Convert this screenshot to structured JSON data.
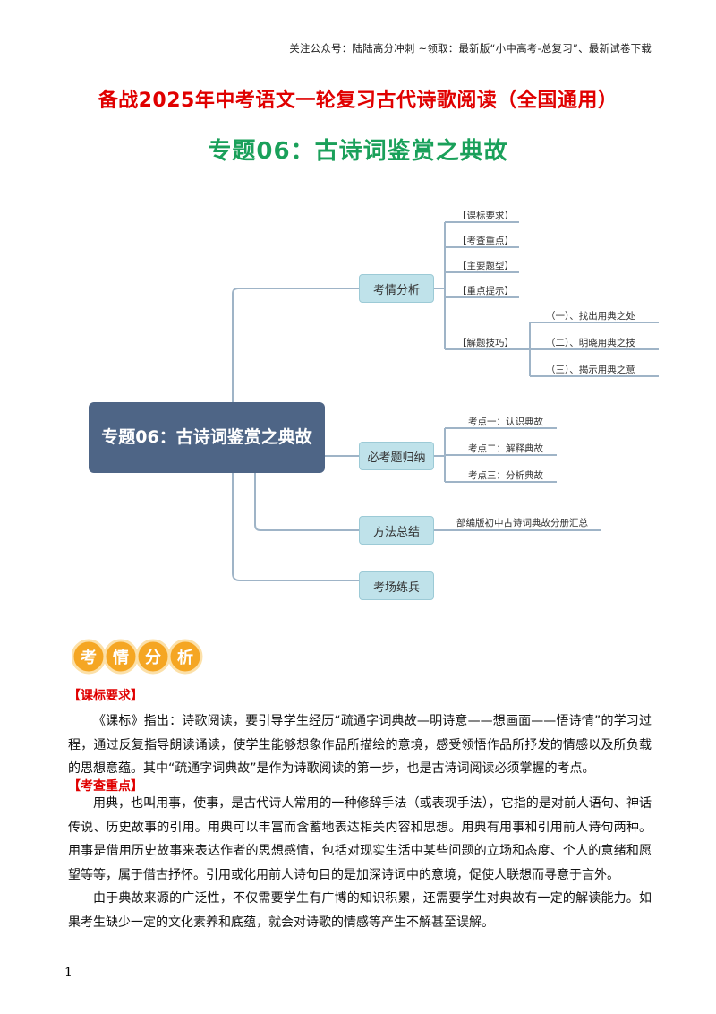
{
  "header_note": "关注公众号：陆陆高分冲刺 ~领取：最新版“小中高考-总复习”、最新试卷下载",
  "title_main": "备战2025年中考语文一轮复习古代诗歌阅读（全国通用）",
  "title_sub": "专题06：古诗词鉴赏之典故",
  "mindmap": {
    "root": "专题06：古诗词鉴赏之典故",
    "branches": [
      {
        "label": "考情分析",
        "children": [
          "【课标要求】",
          "【考查重点】",
          "【主要题型】",
          "【重点提示】",
          "【解题技巧】"
        ],
        "sub_children": [
          "（一）、找出用典之处",
          "（二）、明晓用典之技",
          "（三）、揭示用典之意"
        ]
      },
      {
        "label": "必考题归纳",
        "children": [
          "考点一：认识典故",
          "考点二：解释典故",
          "考点三：分析典故"
        ]
      },
      {
        "label": "方法总结",
        "children": [
          "部编版初中古诗词典故分册汇总"
        ]
      },
      {
        "label": "考场练兵",
        "children": []
      }
    ]
  },
  "badge_chars": [
    "考",
    "情",
    "分",
    "析"
  ],
  "sections": [
    {
      "label": "【课标要求】",
      "paragraphs": [
        "《课标》指出：诗歌阅读，要引导学生经历“疏通字词典故—明诗意——想画面——悟诗情”的学习过程，通过反复指导朗读诵读，使学生能够想象作品所描绘的意境，感受领悟作品所抒发的情感以及所负载的思想意蕴。其中“疏通字词典故”是作为诗歌阅读的第一步，也是古诗词阅读必须掌握的考点。"
      ]
    },
    {
      "label": "【考查重点】",
      "paragraphs": [
        "用典，也叫用事，使事，是古代诗人常用的一种修辞手法（或表现手法），它指的是对前人语句、神话传说、历史故事的引用。用典可以丰富而含蓄地表达相关内容和思想。用典有用事和引用前人诗句两种。用事是借用历史故事来表达作者的思想感情，包括对现实生活中某些问题的立场和态度、个人的意绪和愿望等等，属于借古抒怀。引用或化用前人诗句目的是加深诗词中的意境，促使人联想而寻意于言外。",
        "由于典故来源的广泛性，不仅需要学生有广博的知识积累，还需要学生对典故有一定的解读能力。如果考生缺少一定的文化素养和底蕴，就会对诗歌的情感等产生不解甚至误解。"
      ]
    }
  ],
  "page_number": "1",
  "colors": {
    "title_red": "#e00000",
    "title_green": "#1aa05a",
    "root_fill": "#4e6586",
    "node_fill": "#bfe2ea",
    "line": "#9fb4c7",
    "badge_orange": "#f5a623"
  }
}
